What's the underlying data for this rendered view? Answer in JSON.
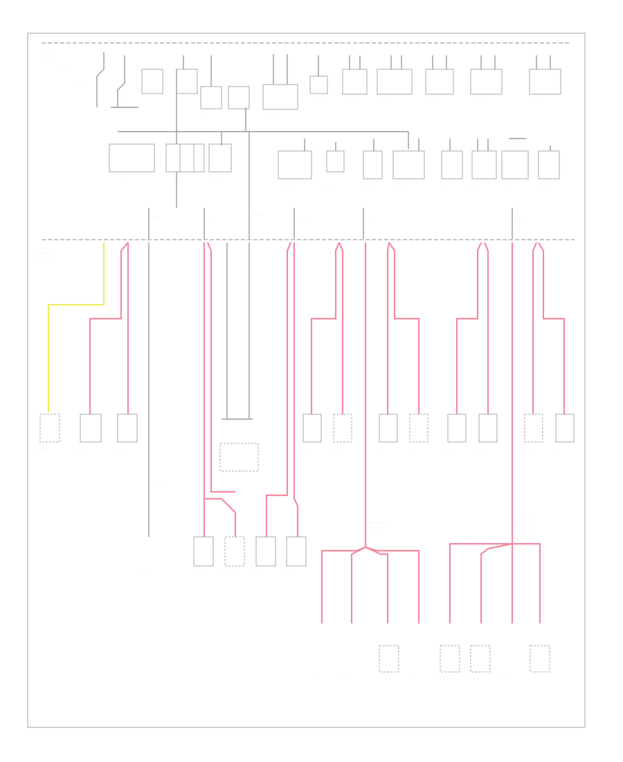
{
  "diagram": {
    "page_tag": "",
    "frame_color": "#b0b0b0",
    "wire_colors": {
      "ground": "#9a9a9a",
      "pink": "#f28aa0",
      "yellow": "#ecec60"
    },
    "top_relays": 11,
    "mid_relays": 12,
    "bus_drops": 20,
    "lower_modules": 14,
    "bottom_modules": 8
  }
}
